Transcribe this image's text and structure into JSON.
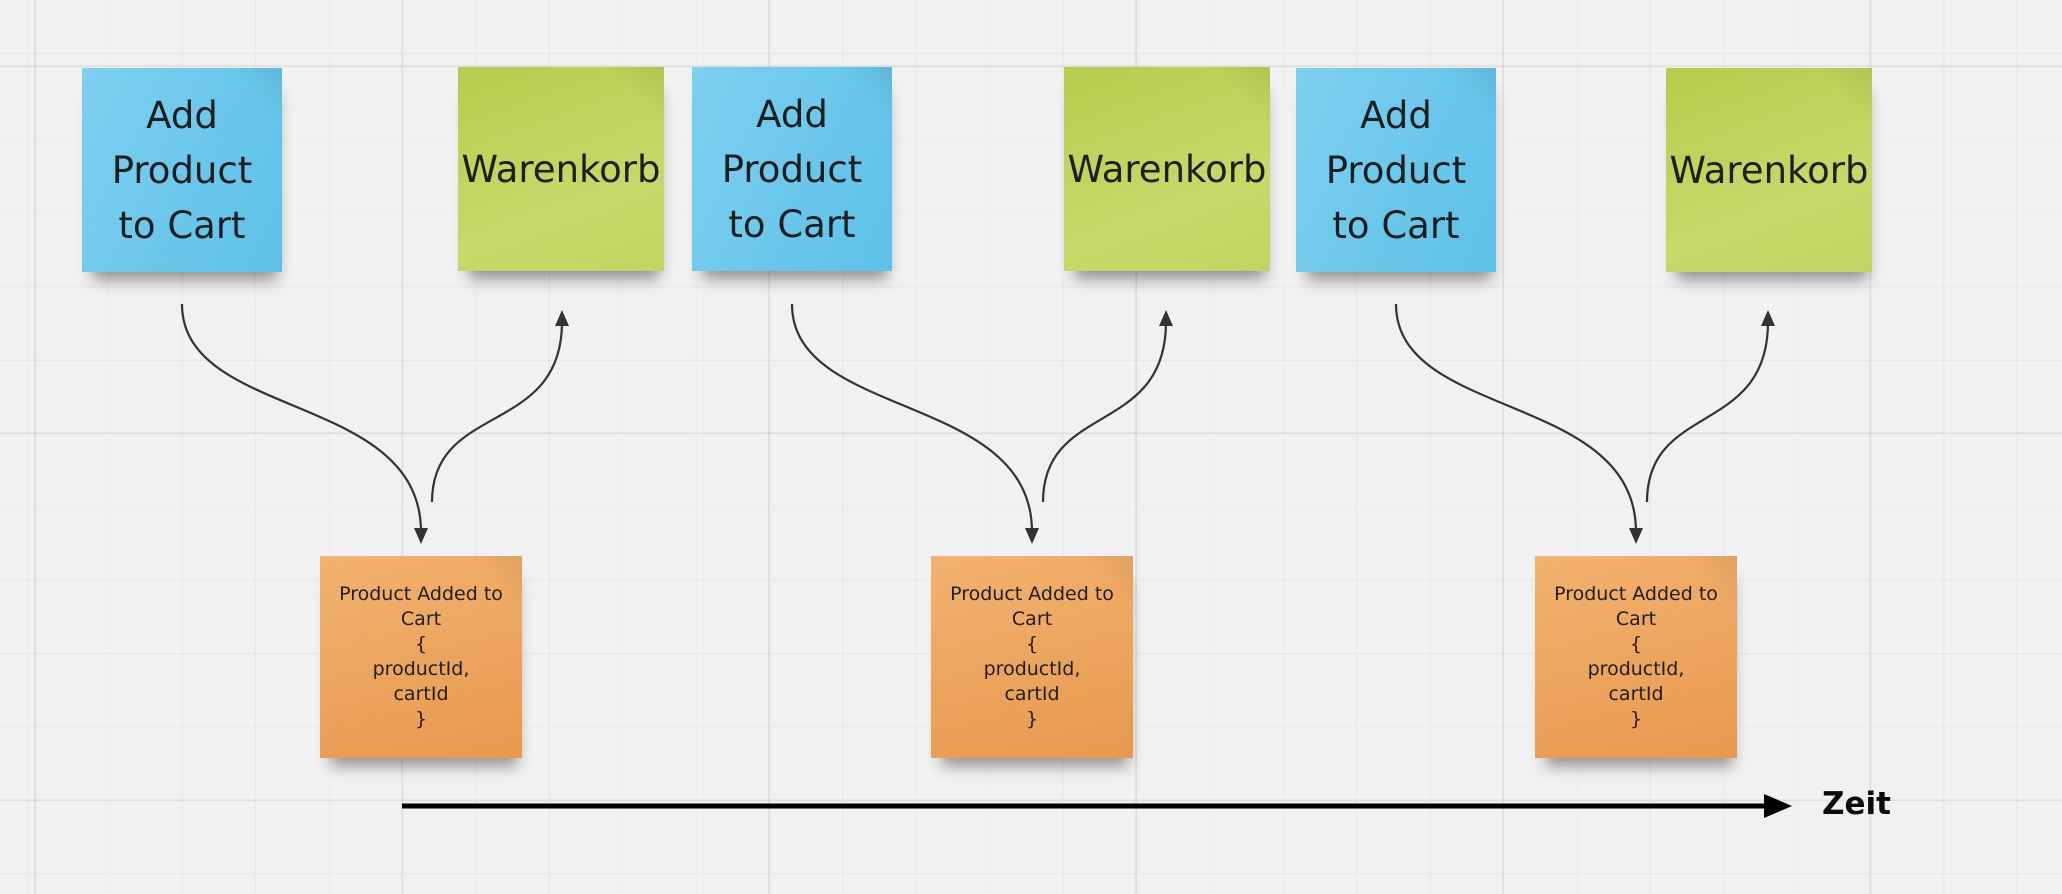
{
  "board": {
    "background_color": "#f1f1f1",
    "grid_minor_color": "#e6e6e6",
    "grid_major_color": "#dddddd",
    "arrow_color": "#333333",
    "timeline_color": "#000000",
    "note_colors": {
      "command_blue": "#6ac7eb",
      "readmodel_green": "#c0d560",
      "event_orange": "#eca45c"
    },
    "notes": [
      {
        "type": "command",
        "color": "#6ac7eb",
        "text": "Add\nProduct\nto Cart"
      },
      {
        "type": "readmodel",
        "color": "#c0d560",
        "text": "Warenkorb"
      },
      {
        "type": "command",
        "color": "#6ac7eb",
        "text": "Add\nProduct\nto Cart"
      },
      {
        "type": "readmodel",
        "color": "#c0d560",
        "text": "Warenkorb"
      },
      {
        "type": "command",
        "color": "#6ac7eb",
        "text": "Add\nProduct\nto Cart"
      },
      {
        "type": "readmodel",
        "color": "#c0d560",
        "text": "Warenkorb"
      },
      {
        "type": "event",
        "color": "#eca45c",
        "text": "Product Added to\nCart\n{\nproductId,\ncartId\n}"
      },
      {
        "type": "event",
        "color": "#eca45c",
        "text": "Product Added to\nCart\n{\nproductId,\ncartId\n}"
      },
      {
        "type": "event",
        "color": "#eca45c",
        "text": "Product Added to\nCart\n{\nproductId,\ncartId\n}"
      }
    ],
    "timeline": {
      "label": "Zeit"
    }
  }
}
